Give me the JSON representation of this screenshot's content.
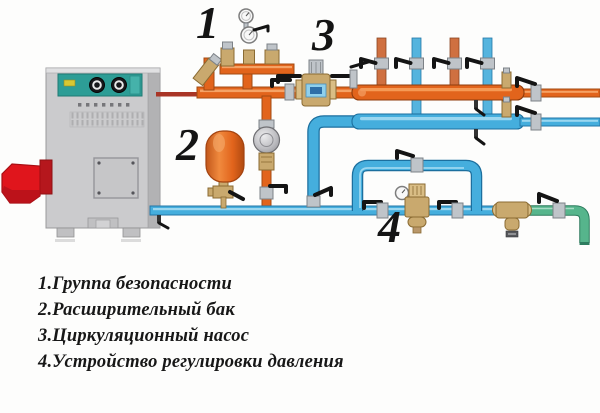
{
  "colors": {
    "supply_pipe": "#e2641c",
    "return_pipe": "#45aedd",
    "inlet_pipe": "#56b58c",
    "brass": "#c9a96e",
    "boiler_body": "#cbcbcd",
    "boiler_side": "#b2b2b4",
    "control_panel": "#2d9d96",
    "burner": "#e0151c",
    "tank": "#e2641c",
    "legend_text": "#171717"
  },
  "callouts": {
    "c1": "1",
    "c2": "2",
    "c3": "3",
    "c4": "4"
  },
  "legend": {
    "items": [
      "1.Группа безопасности",
      "2.Расширительный бак",
      "3.Циркуляционный насос",
      "4.Устройство регулировки давления"
    ]
  }
}
